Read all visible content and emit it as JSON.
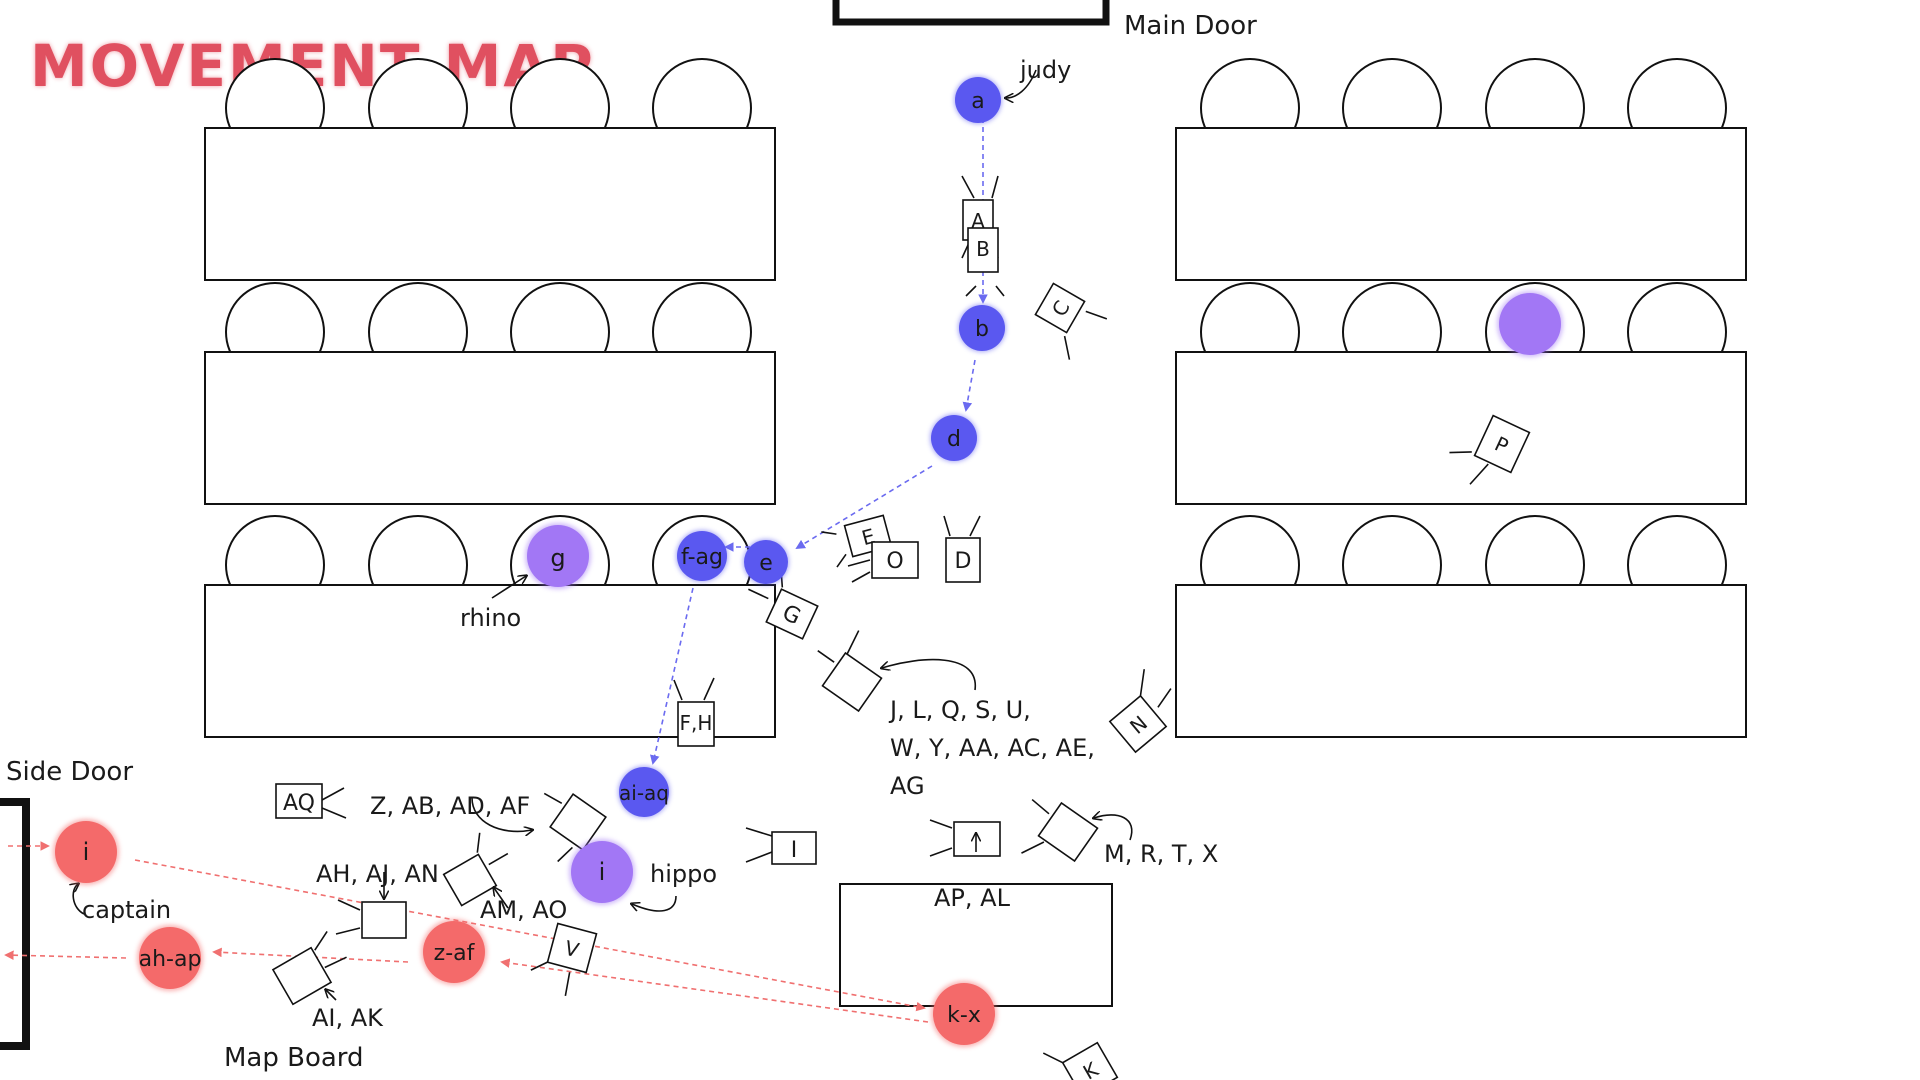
{
  "title": "MOVEMENT MAP",
  "doors": {
    "main": "Main Door",
    "side": "Side Door"
  },
  "map_board": "Map Board",
  "colors": {
    "blue_token": "#5a58f0",
    "purple_token": "#a277f5",
    "red_token": "#f46a6a",
    "blue_path": "#6b6bf0",
    "red_path": "#f07070",
    "title": "#e05060",
    "line": "#111111"
  },
  "tokens": {
    "a": "a",
    "b": "b",
    "d": "d",
    "e": "e",
    "f_ag": "f-ag",
    "ai_aq": "ai-aq",
    "g": "g",
    "hippo_i": "i",
    "captain_i": "i",
    "ah_ap": "ah-ap",
    "z_af": "z-af",
    "k_x": "k-x"
  },
  "labels": {
    "judy": "judy",
    "rhino": "rhino",
    "hippo": "hippo",
    "captain": "captain",
    "group_j_line1": "J, L, Q, S, U,",
    "group_j_line2": "W, Y, AA, AC, AE,",
    "group_j_line3": "AG",
    "group_z": "Z, AB, AD, AF",
    "group_ah": "AH, AJ, AN",
    "group_am": "AM, AO",
    "group_ai": "AI, AK",
    "group_ap": "AP, AL",
    "group_m": "M, R, T, X"
  },
  "cameras": {
    "A": "A",
    "B": "B",
    "C": "C",
    "D": "D",
    "E": "E",
    "O": "O",
    "G": "G",
    "FH": "F,H",
    "I": "I",
    "N": "N",
    "P": "P",
    "K": "K",
    "V": "V",
    "AQ": "AQ"
  }
}
